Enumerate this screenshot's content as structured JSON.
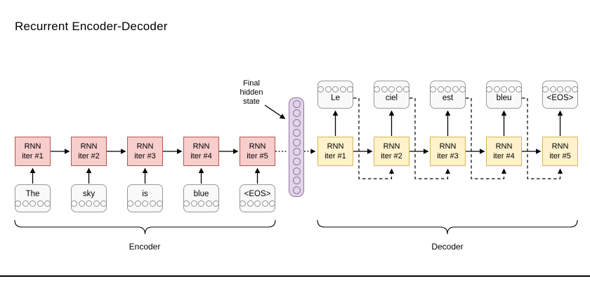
{
  "title": "Recurrent Encoder-Decoder",
  "encoder": {
    "brace_label": "Encoder",
    "units": [
      {
        "rnn_line1": "RNN",
        "rnn_line2": "iter #1",
        "word": "The"
      },
      {
        "rnn_line1": "RNN",
        "rnn_line2": "iter #2",
        "word": "sky"
      },
      {
        "rnn_line1": "RNN",
        "rnn_line2": "iter #3",
        "word": "is"
      },
      {
        "rnn_line1": "RNN",
        "rnn_line2": "iter #4",
        "word": "blue"
      },
      {
        "rnn_line1": "RNN",
        "rnn_line2": "iter #5",
        "word": "<EOS>"
      }
    ]
  },
  "final_hidden_state": {
    "label_line1": "Final",
    "label_line2": "hidden",
    "label_line3": "state"
  },
  "decoder": {
    "brace_label": "Decoder",
    "units": [
      {
        "rnn_line1": "RNN",
        "rnn_line2": "iter #1",
        "word": "Le"
      },
      {
        "rnn_line1": "RNN",
        "rnn_line2": "iter #2",
        "word": "ciel"
      },
      {
        "rnn_line1": "RNN",
        "rnn_line2": "iter #3",
        "word": "est"
      },
      {
        "rnn_line1": "RNN",
        "rnn_line2": "iter #4",
        "word": "bleu"
      },
      {
        "rnn_line1": "RNN",
        "rnn_line2": "iter #5",
        "word": "<EOS>"
      }
    ]
  },
  "colors": {
    "encoder_fill": "#f8cecc",
    "encoder_border": "#b85450",
    "decoder_fill": "#fff2cc",
    "decoder_border": "#d6b656",
    "hidden_fill": "#e1d5e7",
    "hidden_border": "#9673a6",
    "io_fill": "#f9f9f9",
    "io_border": "#999999",
    "line": "#000000"
  }
}
